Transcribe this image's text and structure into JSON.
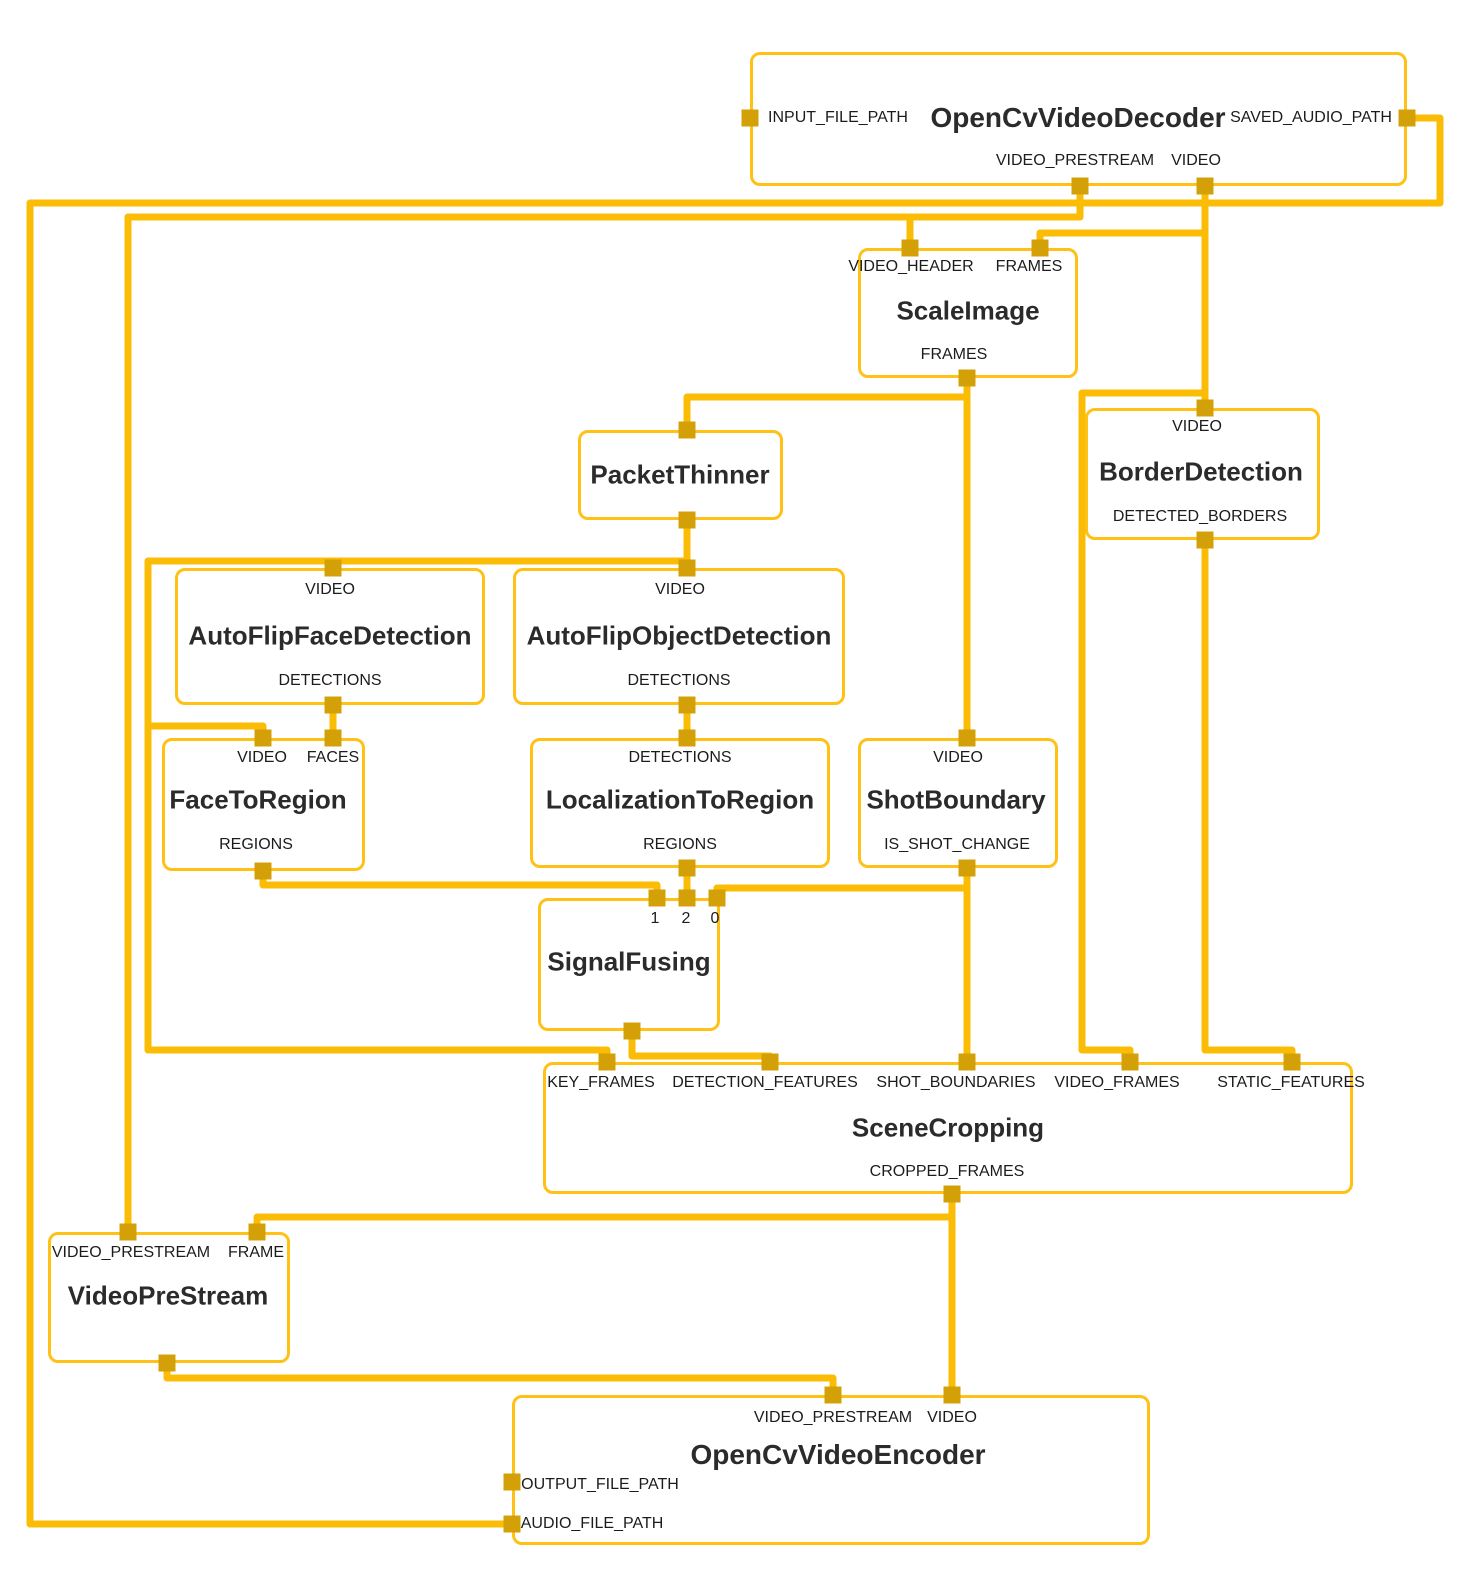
{
  "colors": {
    "node_border": "#FFC115",
    "edge": "#FBBC05",
    "port": "#D4A008",
    "text": "#212121",
    "background": "#FFFFFF"
  },
  "nodes": {
    "decoder": {
      "title": "OpenCvVideoDecoder",
      "ports": {
        "input_file_path": "INPUT_FILE_PATH",
        "saved_audio_path": "SAVED_AUDIO_PATH",
        "video_prestream": "VIDEO_PRESTREAM",
        "video": "VIDEO"
      }
    },
    "scale_image": {
      "title": "ScaleImage",
      "ports": {
        "video_header": "VIDEO_HEADER",
        "frames_in": "FRAMES",
        "frames_out": "FRAMES"
      }
    },
    "packet_thinner": {
      "title": "PacketThinner"
    },
    "border_detection": {
      "title": "BorderDetection",
      "ports": {
        "video": "VIDEO",
        "detected_borders": "DETECTED_BORDERS"
      }
    },
    "face_detection": {
      "title": "AutoFlipFaceDetection",
      "ports": {
        "video": "VIDEO",
        "detections": "DETECTIONS"
      }
    },
    "object_detection": {
      "title": "AutoFlipObjectDetection",
      "ports": {
        "video": "VIDEO",
        "detections": "DETECTIONS"
      }
    },
    "face_to_region": {
      "title": "FaceToRegion",
      "ports": {
        "video": "VIDEO",
        "faces": "FACES",
        "regions": "REGIONS"
      }
    },
    "localization_to_region": {
      "title": "LocalizationToRegion",
      "ports": {
        "detections": "DETECTIONS",
        "regions": "REGIONS"
      }
    },
    "shot_boundary": {
      "title": "ShotBoundary",
      "ports": {
        "video": "VIDEO",
        "is_shot_change": "IS_SHOT_CHANGE"
      }
    },
    "signal_fusing": {
      "title": "SignalFusing",
      "ports": {
        "in1": "1",
        "in2": "2",
        "in0": "0"
      }
    },
    "scene_cropping": {
      "title": "SceneCropping",
      "ports": {
        "key_frames": "KEY_FRAMES",
        "detection_features": "DETECTION_FEATURES",
        "shot_boundaries": "SHOT_BOUNDARIES",
        "video_frames": "VIDEO_FRAMES",
        "static_features": "STATIC_FEATURES",
        "cropped_frames": "CROPPED_FRAMES"
      }
    },
    "video_pre_stream": {
      "title": "VideoPreStream",
      "ports": {
        "video_prestream": "VIDEO_PRESTREAM",
        "frame": "FRAME"
      }
    },
    "encoder": {
      "title": "OpenCvVideoEncoder",
      "ports": {
        "video_prestream": "VIDEO_PRESTREAM",
        "video": "VIDEO",
        "output_file_path": "OUTPUT_FILE_PATH",
        "audio_file_path": "AUDIO_FILE_PATH"
      }
    }
  },
  "edges": [
    {
      "from": "OpenCvVideoDecoder.SAVED_AUDIO_PATH",
      "to": "OpenCvVideoEncoder.AUDIO_FILE_PATH"
    },
    {
      "from": "OpenCvVideoDecoder.VIDEO_PRESTREAM",
      "to": "ScaleImage.VIDEO_HEADER"
    },
    {
      "from": "OpenCvVideoDecoder.VIDEO_PRESTREAM",
      "to": "VideoPreStream.VIDEO_PRESTREAM"
    },
    {
      "from": "OpenCvVideoDecoder.VIDEO",
      "to": "ScaleImage.FRAMES"
    },
    {
      "from": "OpenCvVideoDecoder.VIDEO",
      "to": "BorderDetection.VIDEO"
    },
    {
      "from": "OpenCvVideoDecoder.VIDEO",
      "to": "SceneCropping.VIDEO_FRAMES"
    },
    {
      "from": "ScaleImage.FRAMES",
      "to": "PacketThinner"
    },
    {
      "from": "ScaleImage.FRAMES",
      "to": "ShotBoundary.VIDEO"
    },
    {
      "from": "PacketThinner",
      "to": "AutoFlipFaceDetection.VIDEO"
    },
    {
      "from": "PacketThinner",
      "to": "AutoFlipObjectDetection.VIDEO"
    },
    {
      "from": "PacketThinner",
      "to": "FaceToRegion.VIDEO"
    },
    {
      "from": "PacketThinner",
      "to": "SceneCropping.KEY_FRAMES"
    },
    {
      "from": "AutoFlipFaceDetection.DETECTIONS",
      "to": "FaceToRegion.FACES"
    },
    {
      "from": "AutoFlipObjectDetection.DETECTIONS",
      "to": "LocalizationToRegion.DETECTIONS"
    },
    {
      "from": "FaceToRegion.REGIONS",
      "to": "SignalFusing.1"
    },
    {
      "from": "LocalizationToRegion.REGIONS",
      "to": "SignalFusing.2"
    },
    {
      "from": "ShotBoundary.IS_SHOT_CHANGE",
      "to": "SignalFusing.0"
    },
    {
      "from": "ShotBoundary.IS_SHOT_CHANGE",
      "to": "SceneCropping.SHOT_BOUNDARIES"
    },
    {
      "from": "SignalFusing",
      "to": "SceneCropping.DETECTION_FEATURES"
    },
    {
      "from": "BorderDetection.DETECTED_BORDERS",
      "to": "SceneCropping.STATIC_FEATURES"
    },
    {
      "from": "SceneCropping.CROPPED_FRAMES",
      "to": "VideoPreStream.FRAME"
    },
    {
      "from": "SceneCropping.CROPPED_FRAMES",
      "to": "OpenCvVideoEncoder.VIDEO"
    },
    {
      "from": "VideoPreStream",
      "to": "OpenCvVideoEncoder.VIDEO_PRESTREAM"
    }
  ]
}
